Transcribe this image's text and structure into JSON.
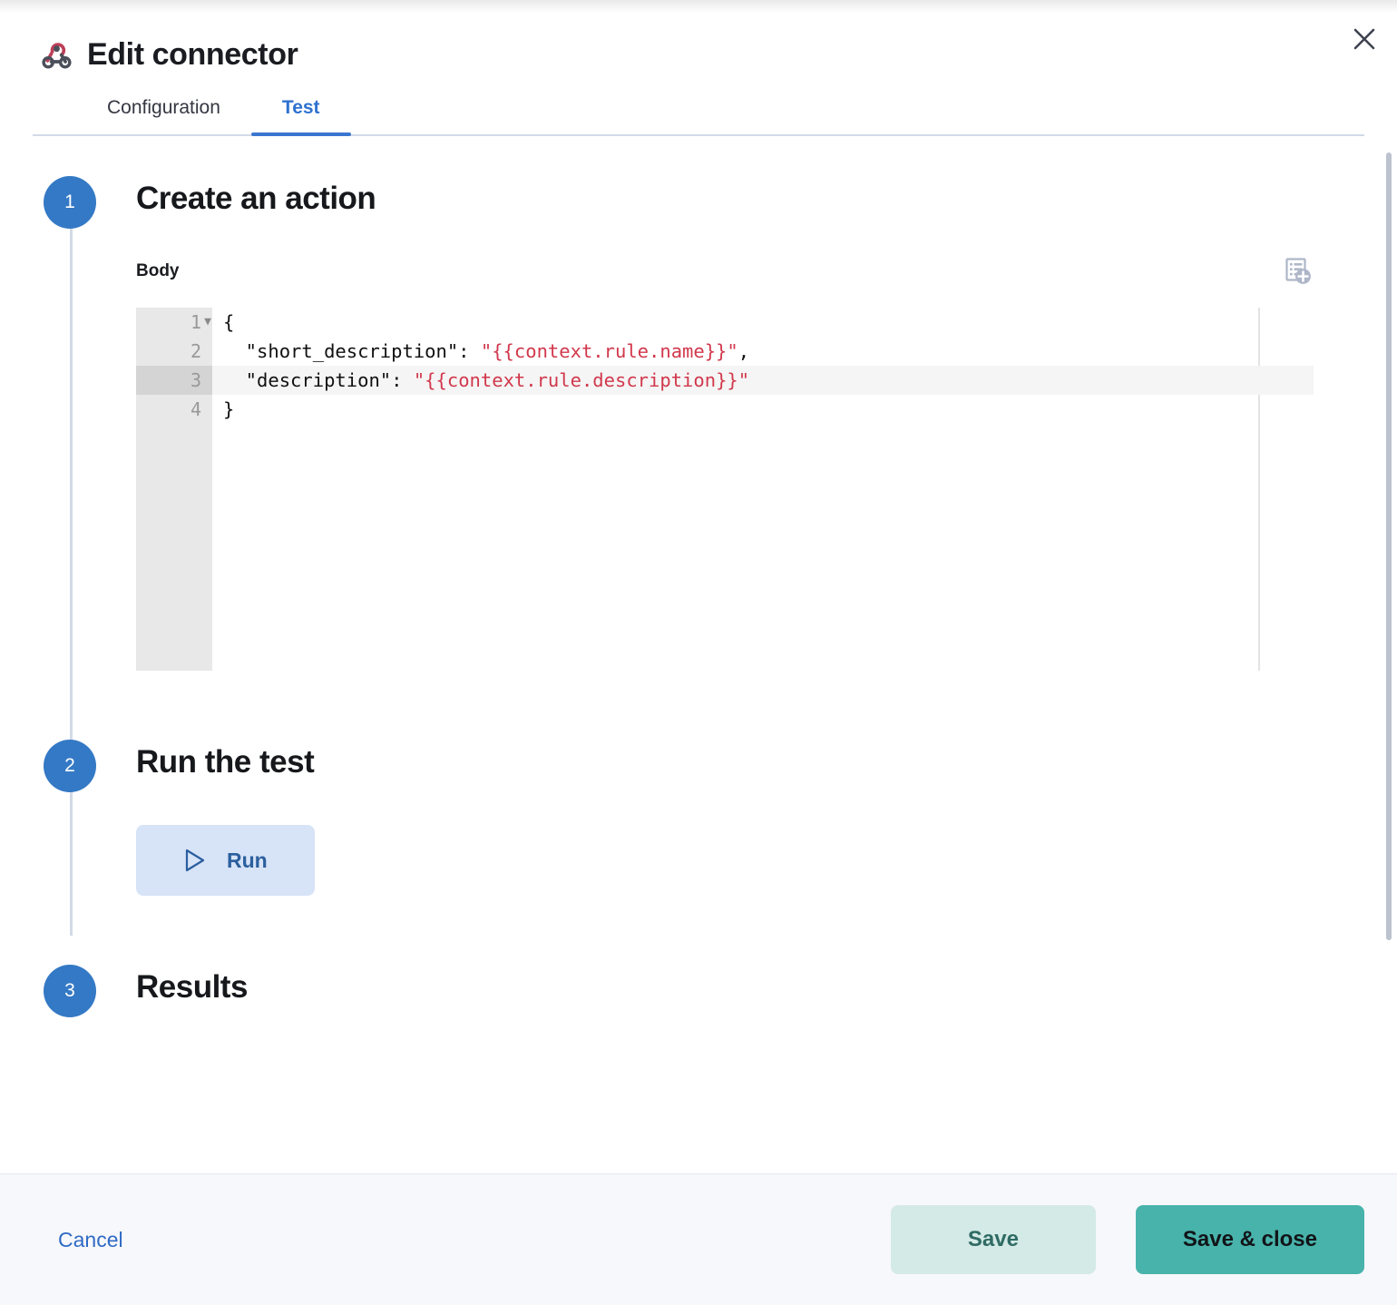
{
  "window": {
    "title": "Edit connector",
    "title_icon": "webhook-icon",
    "close_icon": "close-icon"
  },
  "tabs": [
    {
      "label": "Configuration",
      "active": false
    },
    {
      "label": "Test",
      "active": true
    }
  ],
  "steps": [
    {
      "number": "1",
      "title": "Create an action"
    },
    {
      "number": "2",
      "title": "Run the test"
    },
    {
      "number": "3",
      "title": "Results"
    }
  ],
  "editor": {
    "label": "Body",
    "add_variable_icon": "add-list-item-icon",
    "active_line": 3,
    "lines": [
      {
        "number": "1",
        "foldable": true,
        "plain": "{",
        "key": "{",
        "value": ""
      },
      {
        "number": "2",
        "foldable": false,
        "plain": "  \"short_description\": \"{{context.rule.name}}\",",
        "key": "  \"short_description\": ",
        "value": "\"{{context.rule.name}}\"",
        "tail": ","
      },
      {
        "number": "3",
        "foldable": false,
        "plain": "  \"description\": \"{{context.rule.description}}\"",
        "key": "  \"description\": ",
        "value": "\"{{context.rule.description}}\"",
        "tail": ""
      },
      {
        "number": "4",
        "foldable": false,
        "plain": "}",
        "key": "}",
        "value": ""
      }
    ]
  },
  "run": {
    "label": "Run",
    "icon": "play-icon"
  },
  "footer": {
    "cancel_label": "Cancel",
    "save_label": "Save",
    "save_close_label": "Save & close"
  },
  "colors": {
    "accent_blue": "#3479c5",
    "tab_active_blue": "#3b76d0",
    "run_bg": "#d7e3f7",
    "save_bg": "#d4eae6",
    "save_close_bg": "#48b3ab",
    "code_value_red": "#d1384c",
    "webhook_icon_red": "#bd3f58"
  }
}
